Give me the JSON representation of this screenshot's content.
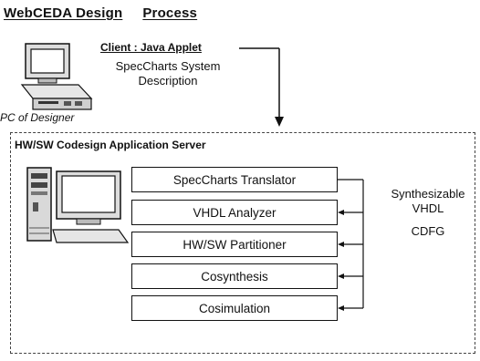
{
  "title": {
    "part1": "WebCEDA Design",
    "part2": "Process"
  },
  "client": {
    "heading": "Client : Java Applet",
    "description_line1": "SpecCharts System",
    "description_line2": "Description"
  },
  "pc_label": "PC of Designer",
  "server": {
    "title": "HW/SW Codesign Application Server",
    "stages": [
      "SpecCharts Translator",
      "VHDL Analyzer",
      "HW/SW Partitioner",
      "Cosynthesis",
      "Cosimulation"
    ],
    "side_notes": {
      "line1": "Synthesizable",
      "line2": "VHDL",
      "line3": "CDFG"
    }
  }
}
